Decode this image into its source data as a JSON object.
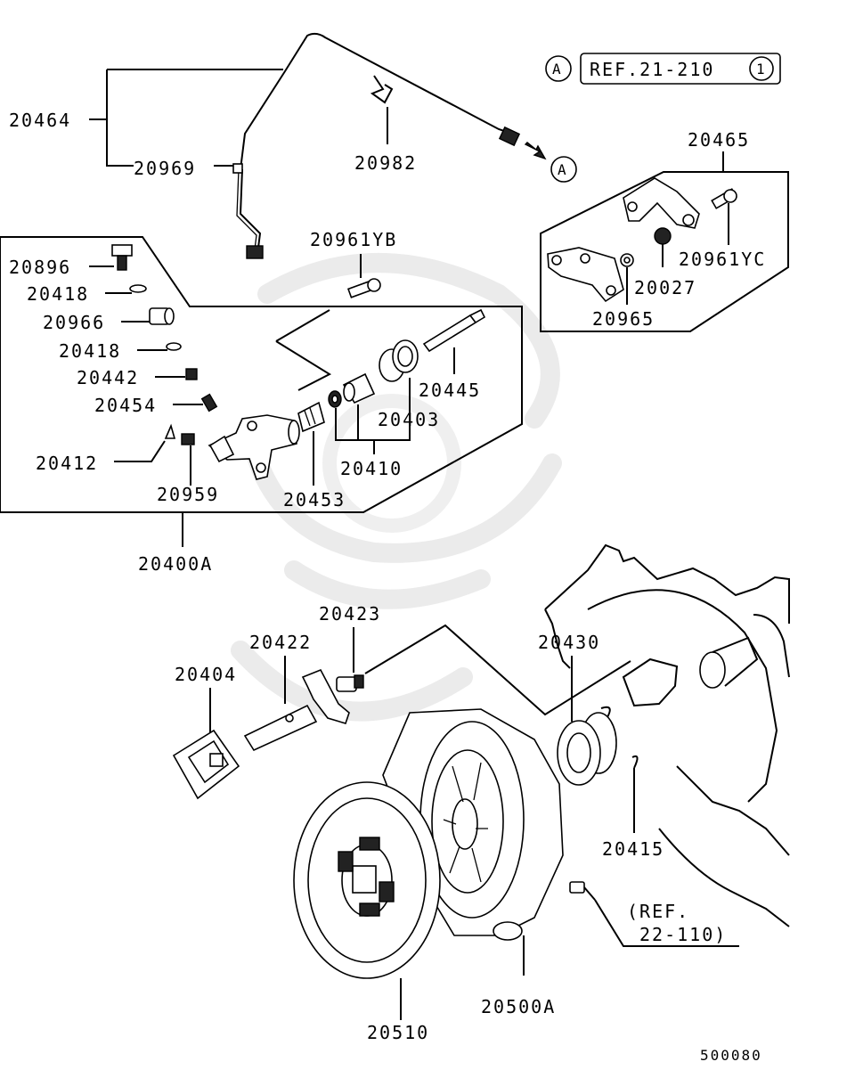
{
  "diagram": {
    "ref_marker": "A",
    "ref_box_text": "REF.21-210",
    "ref_box_circle": "1",
    "arrow_marker": "A",
    "doc_number": "500080",
    "ref2": {
      "line1": "(REF.",
      "line2": "22-110)"
    },
    "labels": {
      "p20464": "20464",
      "p20969": "20969",
      "p20982": "20982",
      "p20465": "20465",
      "p20961YC": "20961YC",
      "p20027": "20027",
      "p20965": "20965",
      "p20961YB": "20961YB",
      "p20896": "20896",
      "p20418a": "20418",
      "p20966": "20966",
      "p20418b": "20418",
      "p20442": "20442",
      "p20454": "20454",
      "p20412": "20412",
      "p20959": "20959",
      "p20453": "20453",
      "p20410": "20410",
      "p20403": "20403",
      "p20445": "20445",
      "p20400A": "20400A",
      "p20423": "20423",
      "p20422": "20422",
      "p20404": "20404",
      "p20430": "20430",
      "p20415": "20415",
      "p20510": "20510",
      "p20500A": "20500A"
    }
  }
}
